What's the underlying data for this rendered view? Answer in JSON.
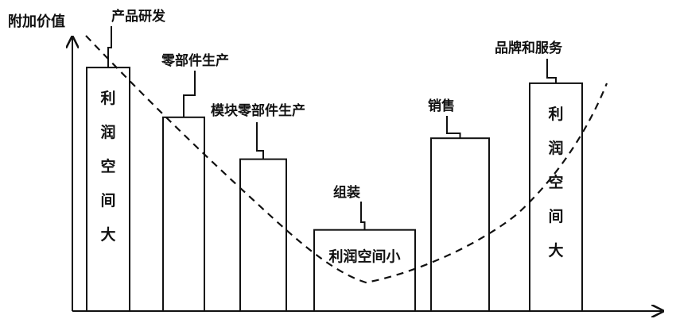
{
  "y_axis_label": "附加价值",
  "stages": [
    {
      "name": "产品研发",
      "relative_value": 0.93,
      "inner_text": "利\n润\n空\n间\n大"
    },
    {
      "name": "零部件生产",
      "relative_value": 0.74,
      "inner_text": ""
    },
    {
      "name": "模块零部件生产",
      "relative_value": 0.58,
      "inner_text": ""
    },
    {
      "name": "组装",
      "relative_value": 0.31,
      "inner_text": "利润空间小"
    },
    {
      "name": "销售",
      "relative_value": 0.66,
      "inner_text": ""
    },
    {
      "name": "品牌和服务",
      "relative_value": 0.87,
      "inner_text": "利\n润\n空\n间\n大"
    }
  ],
  "curve": "dashed-smile-curve",
  "colors": {
    "line": "#111111",
    "background": "#ffffff"
  }
}
